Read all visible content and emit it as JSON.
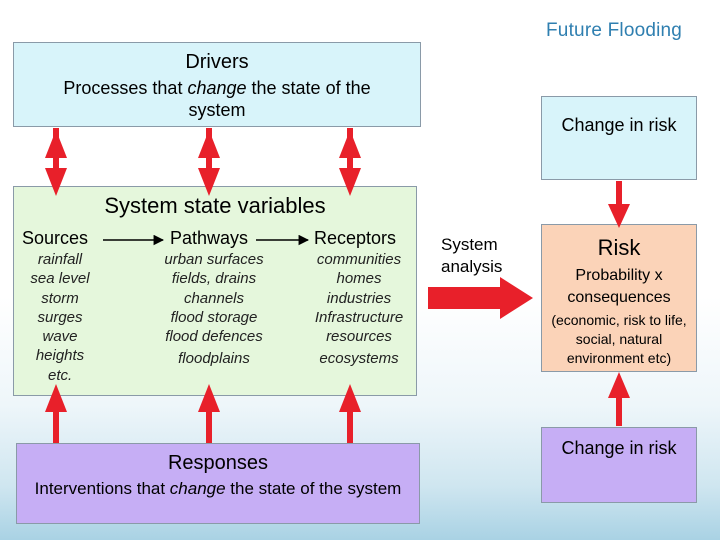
{
  "brand": "Future Flooding",
  "drivers": {
    "title": "Drivers",
    "desc_a": "Processes that ",
    "desc_em": "change",
    "desc_b": " the state of the system"
  },
  "change_in_risk_top": "Change in risk",
  "state_variables": {
    "title": "System state variables",
    "columns": [
      {
        "header": "Sources",
        "items": [
          "rainfall",
          "sea level",
          "storm",
          "surges",
          "wave",
          "heights",
          "etc."
        ]
      },
      {
        "header": "Pathways",
        "items": [
          "urban surfaces",
          "fields, drains",
          "channels",
          "flood storage",
          "flood defences",
          "floodplains"
        ]
      },
      {
        "header": "Receptors",
        "items": [
          "communities",
          "homes",
          "industries",
          "Infrastructure",
          "resources",
          "ecosystems"
        ]
      }
    ]
  },
  "system_analysis": {
    "line1": "System",
    "line2": "analysis"
  },
  "risk": {
    "title": "Risk",
    "formula": "Probability x consequences",
    "detail": "(economic, risk to life, social, natural environment etc)"
  },
  "responses": {
    "title": "Responses",
    "desc_a": "Interventions that ",
    "desc_em": "change",
    "desc_b": " the state of the system"
  },
  "change_in_risk_bottom": "Change in risk",
  "colors": {
    "arrow": "#e8202a",
    "drivers_fill": "#d8f4fa",
    "state_fill": "#e5f7dc",
    "risk_fill": "#fbd3b8",
    "responses_fill": "#c6aef5"
  }
}
